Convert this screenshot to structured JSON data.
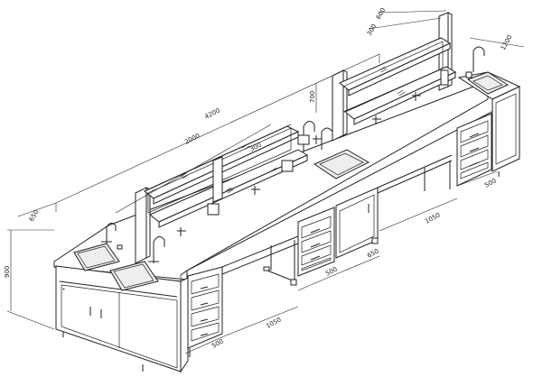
{
  "dimensions": {
    "overall_length": "4200",
    "shelf_length": "2000",
    "end_depth_left": "650",
    "end_depth_right": "1200",
    "shelf_depth_top": "600",
    "shelf_depth_second": "300",
    "shelf_depth_mid": "300",
    "shelf_height": "700",
    "bench_height": "900",
    "front_drawer_width_left": "500",
    "front_span_left": "1050",
    "front_drawer_width_mid": "500",
    "front_cabinet_width": "650",
    "front_span_right": "1050",
    "right_drawer_width": "500"
  }
}
